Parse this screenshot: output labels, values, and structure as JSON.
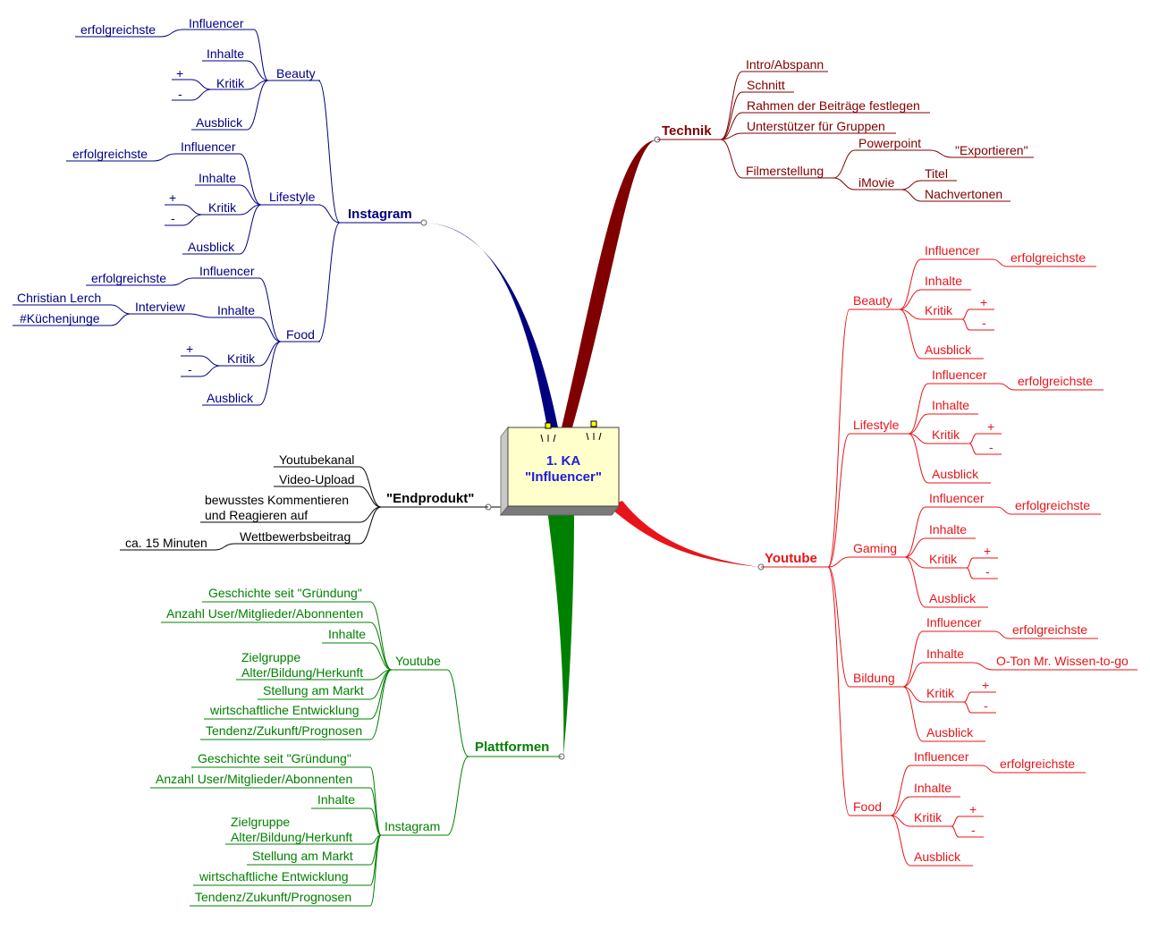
{
  "colors": {
    "instagram": "#000080",
    "technik": "#800000",
    "youtube": "#e8141a",
    "endprodukt": "#000000",
    "plattformen": "#008000",
    "center_text": "#1c1cd8",
    "center_fill": "#ffffcc"
  },
  "center": {
    "line1": "1. KA",
    "line2": "\"Influencer\""
  },
  "instagram": {
    "title": "Instagram",
    "beauty": {
      "label": "Beauty",
      "influencer": "Influencer",
      "erfolgreichste": "erfolgreichste",
      "inhalte": "Inhalte",
      "kritik": "Kritik",
      "plus": "+",
      "minus": "-",
      "ausblick": "Ausblick"
    },
    "lifestyle": {
      "label": "Lifestyle",
      "influencer": "Influencer",
      "erfolgreichste": "erfolgreichste",
      "inhalte": "Inhalte",
      "kritik": "Kritik",
      "plus": "+",
      "minus": "-",
      "ausblick": "Ausblick"
    },
    "food": {
      "label": "Food",
      "influencer": "Influencer",
      "erfolgreichste": "erfolgreichste",
      "inhalte": "Inhalte",
      "interview": "Interview",
      "christian": "Christian Lerch",
      "kuechenjunge": "#Küchenjunge",
      "kritik": "Kritik",
      "plus": "+",
      "minus": "-",
      "ausblick": "Ausblick"
    }
  },
  "technik": {
    "title": "Technik",
    "intro": "Intro/Abspann",
    "schnitt": "Schnitt",
    "rahmen": "Rahmen der Beiträge festlegen",
    "unterstuetzer": "Unterstützer für Gruppen",
    "filmerstellung": "Filmerstellung",
    "powerpoint": "Powerpoint",
    "exportieren": "\"Exportieren\"",
    "imovie": "iMovie",
    "titel": "Titel",
    "nachvertonen": "Nachvertonen"
  },
  "youtube": {
    "title": "Youtube",
    "beauty": {
      "label": "Beauty",
      "influencer": "Influencer",
      "erfolgreichste": "erfolgreichste",
      "inhalte": "Inhalte",
      "kritik": "Kritik",
      "plus": "+",
      "minus": "-",
      "ausblick": "Ausblick"
    },
    "lifestyle": {
      "label": "Lifestyle",
      "influencer": "Influencer",
      "erfolgreichste": "erfolgreichste",
      "inhalte": "Inhalte",
      "kritik": "Kritik",
      "plus": "+",
      "minus": "-",
      "ausblick": "Ausblick"
    },
    "gaming": {
      "label": "Gaming",
      "influencer": "Influencer",
      "erfolgreichste": "erfolgreichste",
      "inhalte": "Inhalte",
      "kritik": "Kritik",
      "plus": "+",
      "minus": "-",
      "ausblick": "Ausblick"
    },
    "bildung": {
      "label": "Bildung",
      "influencer": "Influencer",
      "erfolgreichste": "erfolgreichste",
      "inhalte": "Inhalte",
      "oton": "O-Ton Mr. Wissen-to-go",
      "kritik": "Kritik",
      "plus": "+",
      "minus": "-",
      "ausblick": "Ausblick"
    },
    "food": {
      "label": "Food",
      "influencer": "Influencer",
      "erfolgreichste": "erfolgreichste",
      "inhalte": "Inhalte",
      "kritik": "Kritik",
      "plus": "+",
      "minus": "-",
      "ausblick": "Ausblick"
    }
  },
  "endprodukt": {
    "title": "\"Endprodukt\"",
    "youtubekanal": "Youtubekanal",
    "upload": "Video-Upload",
    "kommentieren1": "bewusstes Kommentieren",
    "kommentieren2": "und Reagieren auf",
    "wettbewerb": "Wettbewerbsbeitrag",
    "minuten": "ca. 15 Minuten"
  },
  "plattformen": {
    "title": "Plattformen",
    "youtube": {
      "label": "Youtube",
      "geschichte": "Geschichte seit \"Gründung\"",
      "anzahl": "Anzahl User/Mitglieder/Abonnenten",
      "inhalte": "Inhalte",
      "zielgruppe1": "Zielgruppe",
      "zielgruppe2": "Alter/Bildung/Herkunft",
      "stellung": "Stellung am Markt",
      "wirtschaft": "wirtschaftliche Entwicklung",
      "tendenz": "Tendenz/Zukunft/Prognosen"
    },
    "instagram": {
      "label": "Instagram",
      "geschichte": "Geschichte seit \"Gründung\"",
      "anzahl": "Anzahl User/Mitglieder/Abonnenten",
      "inhalte": "Inhalte",
      "zielgruppe1": "Zielgruppe",
      "zielgruppe2": "Alter/Bildung/Herkunft",
      "stellung": "Stellung am Markt",
      "wirtschaft": "wirtschaftliche Entwicklung",
      "tendenz": "Tendenz/Zukunft/Prognosen"
    }
  }
}
